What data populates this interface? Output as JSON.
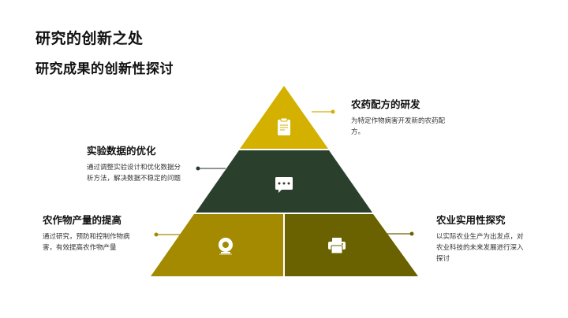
{
  "header": {
    "title": "研究的创新之处",
    "subtitle": "研究成果的创新性探讨"
  },
  "colors": {
    "top": "#D4B000",
    "middle": "#2B3F2D",
    "bottom_left": "#A38A00",
    "bottom_right": "#6A6200"
  },
  "pyramid": {
    "tiers": [
      {
        "id": "top",
        "icon": "clipboard-icon",
        "title": "农药配方的研发",
        "desc": "为特定作物病害开发新的农药配方。"
      },
      {
        "id": "middle",
        "icon": "chat-bubble-icon",
        "title": "实验数据的优化",
        "desc": "通过调整实验设计和优化数据分析方法，解决数据不稳定的问题"
      },
      {
        "id": "bottom-left",
        "icon": "webcam-icon",
        "title": "农作物产量的提高",
        "desc": "通过研究，预防和控制作物病害，有效提高农作物产量"
      },
      {
        "id": "bottom-right",
        "icon": "printer-icon",
        "title": "农业实用性探究",
        "desc": "以实际农业生产为出发点，对农业科技的未来发展进行深入探讨"
      }
    ]
  }
}
